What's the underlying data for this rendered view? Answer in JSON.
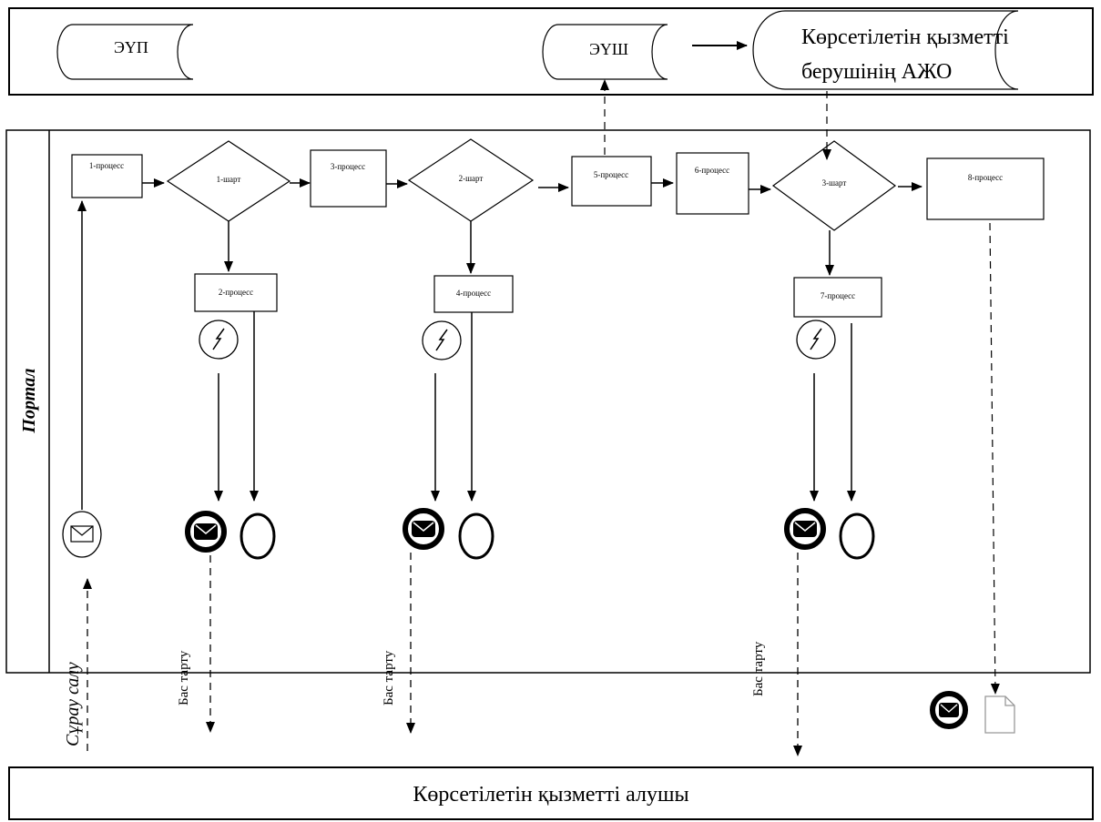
{
  "top_lane": {
    "evp": "ЭҮП",
    "evsh": "ЭҮШ",
    "ajo_line1": "Көрсетілетін қызметті",
    "ajo_line2": "берушінің АЖО"
  },
  "middle_lane": {
    "title": "Портал"
  },
  "bottom_lane": {
    "title": "Көрсетілетін қызметті алушы"
  },
  "steps": {
    "p1": "1-процесс",
    "c1": "1-шарт",
    "p2": "2-процесс",
    "p3": "3-процесс",
    "c2": "2-шарт",
    "p4": "4-процесс",
    "p5": "5-процесс",
    "p6": "6-процесс",
    "c3": "3-шарт",
    "p7": "7-процесс",
    "p8": "8-процесс"
  },
  "edge_labels": {
    "request": "Сұрау салу",
    "print1": "Бас тарту",
    "print2": "Бас тарту",
    "print3": "Бас тарту"
  }
}
